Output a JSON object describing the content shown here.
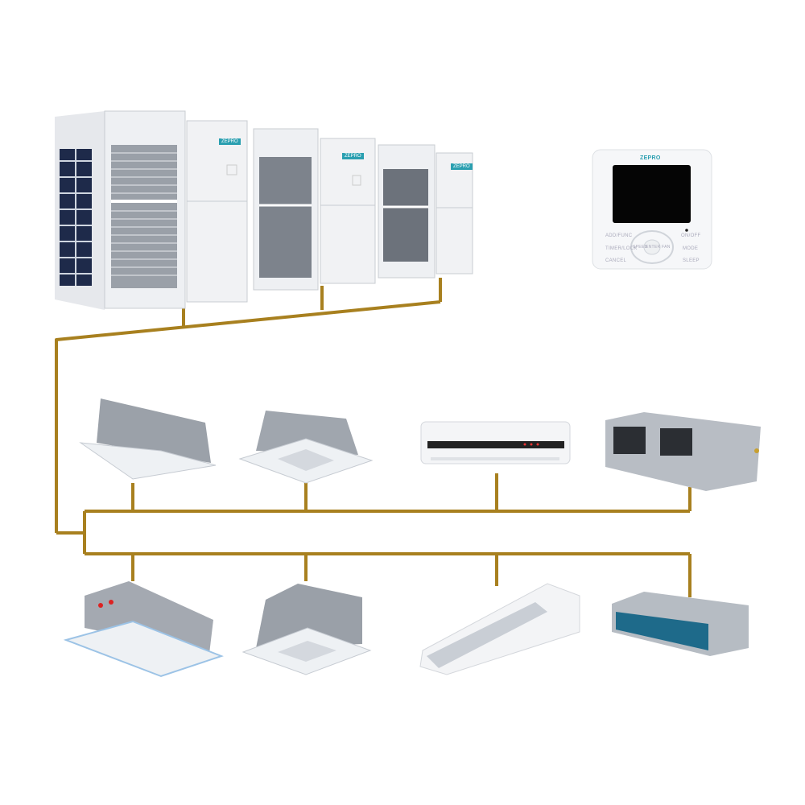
{
  "diagram": {
    "title": "VRF air conditioning system",
    "pipe_color": "#a8801f",
    "outdoor_units": {
      "count": 3,
      "brand": "ZEPRO"
    },
    "controller": {
      "brand": "ZEPRO",
      "buttons_left": [
        "ADD/FUNC",
        "TIMER/LOCK",
        "CANCEL"
      ],
      "buttons_right": [
        "ON/OFF",
        "MODE",
        "SLEEP"
      ],
      "buttons_center": [
        "SPEED",
        "ENTER",
        "FAN"
      ]
    },
    "indoor_units_top": [
      "ceiling-cassette-one-way",
      "ceiling-cassette-four-way",
      "wall-mounted",
      "ducted-high-static"
    ],
    "indoor_units_bottom": [
      "ceiling-cassette-compact",
      "ceiling-cassette-four-way-compact",
      "floor-ceiling",
      "slim-duct"
    ]
  }
}
